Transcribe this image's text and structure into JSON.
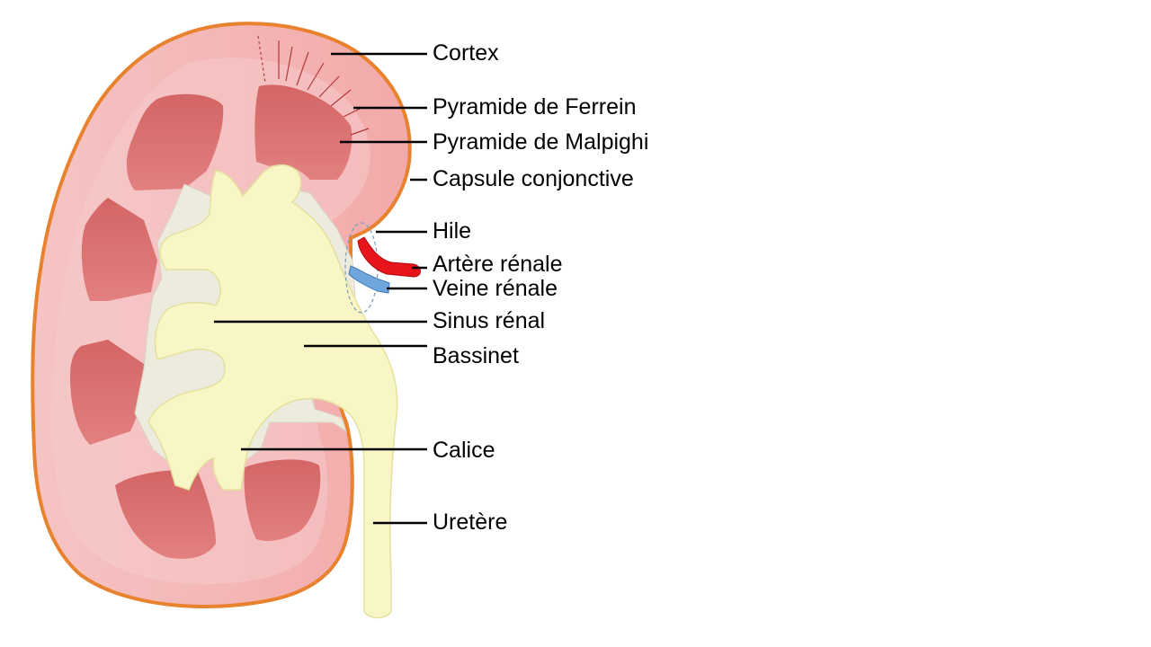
{
  "labels": {
    "cortex": "Cortex",
    "pyramide_ferrein": "Pyramide de Ferrein",
    "pyramide_malpighi": "Pyramide de Malpighi",
    "capsule": "Capsule conjonctive",
    "hile": "Hile",
    "artere": "Artère rénale",
    "veine": "Veine rénale",
    "sinus": "Sinus rénal",
    "bassinet": "Bassinet",
    "calice": "Calice",
    "uretere": "Uretère"
  },
  "colors": {
    "capsule_outline": "#E8822E",
    "cortex": "#F4B8B8",
    "cortex_outer": "#F08A8A",
    "pyramid": "#D96B6B",
    "sinus": "#EDEBDD",
    "pelvis": "#F8F6C4",
    "artery": "#E8141B",
    "vein": "#6FA6DE",
    "leader_line": "#000000"
  }
}
